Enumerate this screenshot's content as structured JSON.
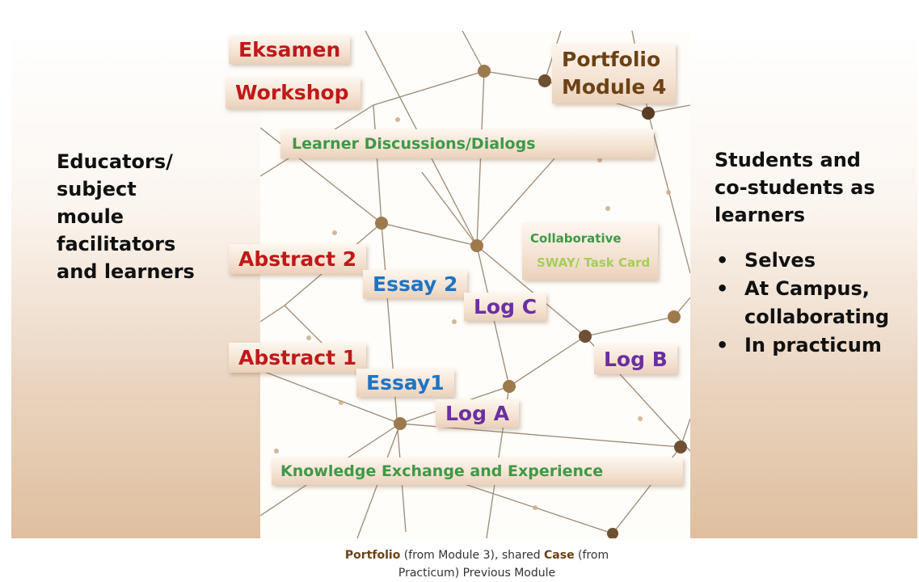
{
  "left_panel": {
    "lines": [
      "Educators/",
      "subject",
      "moule",
      "facilitators",
      "and learners"
    ]
  },
  "right_panel": {
    "heading_lines": [
      "Students and",
      "co-students as",
      "learners"
    ],
    "bullets": [
      {
        "lines": [
          "Selves"
        ]
      },
      {
        "lines": [
          "At Campus,",
          "collaborating"
        ]
      },
      {
        "lines": [
          "In practicum"
        ]
      }
    ],
    "bullet_char": "•"
  },
  "labels": {
    "eksamen": "Eksamen",
    "workshop": "Workshop",
    "portfolio_line1": "Portfolio",
    "portfolio_line2": "Module 4",
    "learner_discussions": "Learner Discussions/Dialogs",
    "collaborative_line1": "Collaborative",
    "collaborative_line2": "SWAY/ Task Card",
    "abstract2": "Abstract 2",
    "essay2": "Essay 2",
    "log_c": "Log C",
    "abstract1": "Abstract 1",
    "essay1": "Essay1",
    "log_b": "Log B",
    "log_a": "Log A",
    "knowledge": "Knowledge Exchange and Experience"
  },
  "caption": {
    "portfolio": "Portfolio",
    "text1": " (from Module 3), shared ",
    "case": "Case",
    "text2": " (from",
    "line2": "Practicum) Previous Module"
  },
  "colors": {
    "red": "#c0191a",
    "blue": "#1f74c4",
    "purple": "#6a2fa0",
    "green": "#3f9848",
    "brown": "#6b4216",
    "node": "#9c7a4c",
    "line": "#8a7560"
  }
}
